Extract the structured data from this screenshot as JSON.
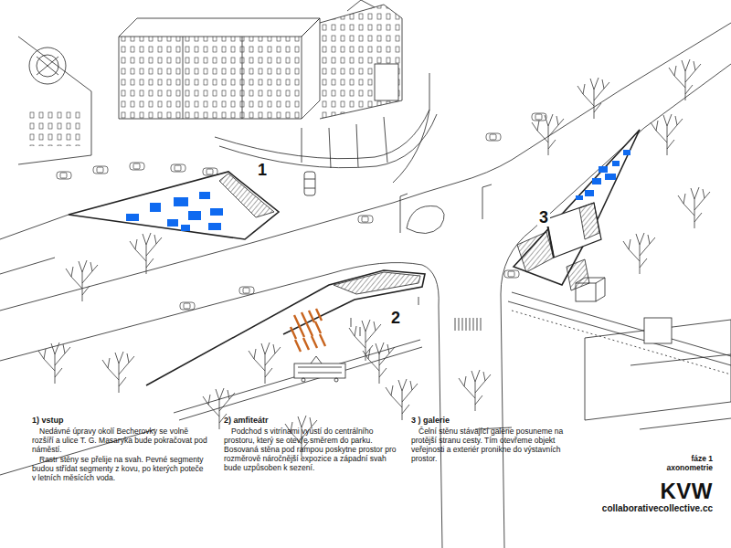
{
  "diagram": {
    "labels": [
      "1",
      "2",
      "3",
      "1) vstup",
      "Nedávné úpravy okolí Becherovky se volně rozšíří a ulice T. G. Masaryka bude pokračovat pod náměstí.",
      "Rastr stěny se přelije na svah. Pevné segmenty budou střídat segmenty z kovu, po kterých poteče v letních měsících voda.",
      "2) amfiteátr",
      "Podchod s vitrínami vyústí do centrálního prostoru, který se otevře směrem do parku. Bosovaná stěna pod rampou poskytne prostor pro rozměrově náročnější expozice a západní svah bude uzpůsoben k sezení.",
      "3 ) galerie",
      "Čelní stěnu stávající galerie posuneme na protější stranu cesty. Tím otevřeme objekt veřejnosti a exteriér pronikne do výstavních prostor.",
      "fáze 1",
      "axonometrie",
      "KVW",
      "collaborativecollective.cc"
    ]
  }
}
